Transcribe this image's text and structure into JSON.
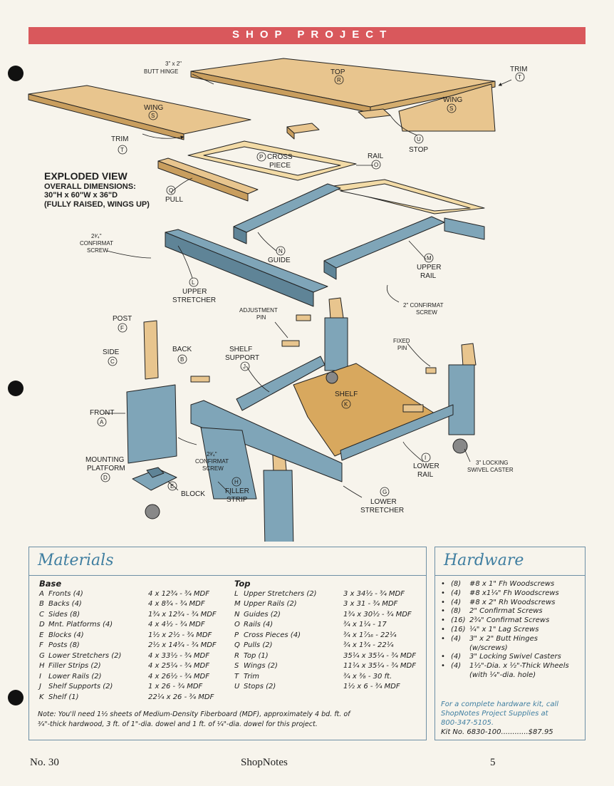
{
  "banner": "SHOP PROJECT",
  "diagram": {
    "exploded_title": "EXPLODED VIEW",
    "dims": [
      "OVERALL DIMENSIONS:",
      "30\"H x 60\"W x 36\"D",
      "(FULLY RAISED, WINGS UP)"
    ],
    "labels": {
      "butt_hinge": [
        "3\" x 2\"",
        "BUTT HINGE"
      ],
      "top": "TOP",
      "top_letter": "R",
      "trim_right": "TRIM",
      "trim_letter": "T",
      "wing_right": "WING",
      "wing_letter": "S",
      "wing_left": "WING",
      "trim_left": "TRIM",
      "stop": "STOP",
      "stop_letter": "U",
      "cross_piece": [
        "CROSS",
        "PIECE"
      ],
      "cross_letter": "P",
      "rail": "RAIL",
      "rail_letter": "O",
      "pull": "PULL",
      "pull_letter": "Q",
      "confirmat_top": [
        "2³⁄₄\"",
        "CONFIRMAT",
        "SCREW"
      ],
      "guide": "GUIDE",
      "guide_letter": "N",
      "upper_rail": [
        "UPPER",
        "RAIL"
      ],
      "upper_rail_letter": "M",
      "upper_stretcher": [
        "UPPER",
        "STRETCHER"
      ],
      "upper_stretcher_letter": "L",
      "confirmat_2": [
        "2\" CONFIRMAT",
        "SCREW"
      ],
      "adjustment_pin": [
        "ADJUSTMENT",
        "PIN"
      ],
      "post": "POST",
      "post_letter": "F",
      "side": "SIDE",
      "side_letter": "C",
      "back": "BACK",
      "back_letter": "B",
      "shelf_support": [
        "SHELF",
        "SUPPORT"
      ],
      "shelf_support_letter": "J",
      "fixed_pin": [
        "FIXED",
        "PIN"
      ],
      "shelf": "SHELF",
      "shelf_letter": "K",
      "front": "FRONT",
      "front_letter": "A",
      "confirmat_low": [
        "2³⁄₄\"",
        "CONFIRMAT",
        "SCREW"
      ],
      "lower_rail": [
        "LOWER",
        "RAIL"
      ],
      "lower_rail_letter": "I",
      "caster": [
        "3\" LOCKING",
        "SWIVEL CASTER"
      ],
      "mounting_platform": [
        "MOUNTING",
        "PLATFORM"
      ],
      "mounting_letter": "D",
      "block": "BLOCK",
      "block_letter": "E",
      "filler_strip": [
        "FILLER",
        "STRIP"
      ],
      "filler_letter": "H",
      "lower_stretcher": [
        "LOWER",
        "STRETCHER"
      ],
      "lower_stretcher_letter": "G"
    }
  },
  "materials": {
    "title": "Materials",
    "base_heading": "Base",
    "base": [
      {
        "letter": "A",
        "name": "Fronts (4)",
        "size": "4 x 12³⁄₄ - ³⁄₄ MDF"
      },
      {
        "letter": "B",
        "name": "Backs (4)",
        "size": "4 x 8³⁄₄ - ³⁄₄ MDF"
      },
      {
        "letter": "C",
        "name": "Sides (8)",
        "size": "1³⁄₄ x 12³⁄₄ - ³⁄₄ MDF"
      },
      {
        "letter": "D",
        "name": "Mnt. Platforms (4)",
        "size": "4 x 4¹⁄₂ - ³⁄₄ MDF"
      },
      {
        "letter": "E",
        "name": "Blocks (4)",
        "size": "1¹⁄₂ x 2¹⁄₂ - ³⁄₄ MDF"
      },
      {
        "letter": "F",
        "name": "Posts (8)",
        "size": "2¹⁄₂ x 14³⁄₄ - ³⁄₄ MDF"
      },
      {
        "letter": "G",
        "name": "Lower Stretchers (2)",
        "size": "4 x 33¹⁄₂ - ³⁄₄ MDF"
      },
      {
        "letter": "H",
        "name": "Filler Strips (2)",
        "size": "4 x 25¹⁄₄ - ³⁄₄ MDF"
      },
      {
        "letter": "I",
        "name": "Lower Rails (2)",
        "size": "4 x 26¹⁄₂ - ³⁄₄ MDF"
      },
      {
        "letter": "J",
        "name": "Shelf Supports (2)",
        "size": "1 x 26 - ³⁄₄ MDF"
      },
      {
        "letter": "K",
        "name": "Shelf (1)",
        "size": "22¹⁄₄ x 26 - ³⁄₄ MDF"
      }
    ],
    "top_heading": "Top",
    "top": [
      {
        "letter": "L",
        "name": "Upper Stretchers (2)",
        "size": "3 x 34¹⁄₂ - ³⁄₄ MDF"
      },
      {
        "letter": "M",
        "name": "Upper Rails (2)",
        "size": "3 x 31 - ³⁄₄ MDF"
      },
      {
        "letter": "N",
        "name": "Guides (2)",
        "size": "1³⁄₄ x 30¹⁄₂ - ³⁄₄ MDF"
      },
      {
        "letter": "O",
        "name": "Rails (4)",
        "size": "³⁄₄ x 1¹⁄₄ - 17"
      },
      {
        "letter": "P",
        "name": "Cross Pieces (4)",
        "size": "³⁄₄ x 1⁷⁄₁₆ - 22¹⁄₄"
      },
      {
        "letter": "Q",
        "name": "Pulls (2)",
        "size": "³⁄₄ x 1³⁄₄ - 22¹⁄₄"
      },
      {
        "letter": "R",
        "name": "Top (1)",
        "size": "35¹⁄₄ x 35¹⁄₄ - ³⁄₄ MDF"
      },
      {
        "letter": "S",
        "name": "Wings (2)",
        "size": "11¹⁄₄ x 35¹⁄₄ - ³⁄₄ MDF"
      },
      {
        "letter": "T",
        "name": "Trim",
        "size": "³⁄₄ x ³⁄₈ - 30 ft."
      },
      {
        "letter": "U",
        "name": "Stops (2)",
        "size": "1¹⁄₂ x 6 - ³⁄₄ MDF"
      }
    ],
    "note_line1": "Note: You'll need 1¹⁄₂ sheets of Medium-Density Fiberboard (MDF), approximately 4 bd. ft. of",
    "note_line2": "³⁄₄\"-thick hardwood, 3 ft. of 1\"-dia. dowel and 1 ft. of ¹⁄₄\"-dia. dowel for this project."
  },
  "hardware": {
    "title": "Hardware",
    "items": [
      {
        "qty": "(8)",
        "desc": "#8 x 1\" Fh Woodscrews"
      },
      {
        "qty": "(4)",
        "desc": "#8 x1¹⁄₄\" Fh Woodscrews"
      },
      {
        "qty": "(4)",
        "desc": "#8 x 2\" Rh Woodscrews"
      },
      {
        "qty": "(8)",
        "desc": "2\" Confirmat Screws"
      },
      {
        "qty": "(16)",
        "desc": "2³⁄₄\" Confirmat Screws"
      },
      {
        "qty": "(16)",
        "desc": "¹⁄₄\" x 1\" Lag Screws"
      },
      {
        "qty": "(4)",
        "desc": "3\" x 2\" Butt Hinges",
        "sub": "(w/screws)"
      },
      {
        "qty": "(4)",
        "desc": "3\" Locking Swivel Casters"
      },
      {
        "qty": "(4)",
        "desc": "1¹⁄₂\"-Dia. x ¹⁄₂\"-Thick Wheels",
        "sub": "(with ¹⁄₄\"-dia. hole)"
      }
    ],
    "kit_note": [
      "For a complete hardware kit, call",
      "ShopNotes Project Supplies at",
      "800-347-5105."
    ],
    "kit_number": "Kit No. 6830-100............$87.95"
  },
  "footer": {
    "issue": "No. 30",
    "magazine": "ShopNotes",
    "page": "5"
  },
  "colors": {
    "banner": "#d9585c",
    "blue_part": "#7fa5b8",
    "wood": "#e8c58e",
    "accent": "#3f7ea0"
  }
}
